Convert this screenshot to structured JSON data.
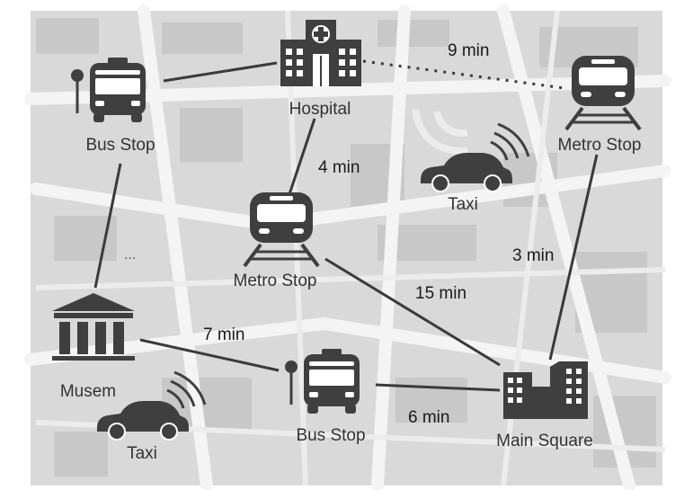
{
  "colors": {
    "icon": "#3f3f3f",
    "line": "#3a3a3a",
    "map_base": "#d9d9d9",
    "map_road": "#f3f3f3",
    "map_block": "#c6c6c6"
  },
  "nodes": {
    "hospital": {
      "label": "Hospital",
      "icon": "hospital-icon"
    },
    "bus_stop_top": {
      "label": "Bus Stop",
      "icon": "bus-stop-icon"
    },
    "metro_right": {
      "label": "Metro Stop",
      "icon": "metro-icon"
    },
    "metro_center": {
      "label": "Metro Stop",
      "icon": "metro-icon"
    },
    "museum": {
      "label": "Musem",
      "icon": "museum-icon"
    },
    "bus_stop_bottom": {
      "label": "Bus Stop",
      "icon": "bus-stop-icon"
    },
    "main_square": {
      "label": "Main Square",
      "icon": "buildings-icon"
    },
    "taxi_top": {
      "label": "Taxi",
      "icon": "taxi-icon"
    },
    "taxi_bottom": {
      "label": "Taxi",
      "icon": "taxi-icon"
    }
  },
  "edges": {
    "hospital_metro_right": {
      "label": "9 min",
      "style": "dotted"
    },
    "hospital_metro_center": {
      "label": "4 min",
      "style": "solid"
    },
    "metro_right_main_square": {
      "label": "3 min",
      "style": "solid"
    },
    "metro_center_main_square": {
      "label": "15 min",
      "style": "solid"
    },
    "museum_bus_stop_bottom": {
      "label": "7 min",
      "style": "solid"
    },
    "bus_stop_bottom_main_square": {
      "label": "6 min",
      "style": "solid"
    },
    "bus_stop_top_museum": {
      "label": "...",
      "style": "solid"
    },
    "bus_stop_top_hospital": {
      "label": "",
      "style": "solid"
    }
  }
}
